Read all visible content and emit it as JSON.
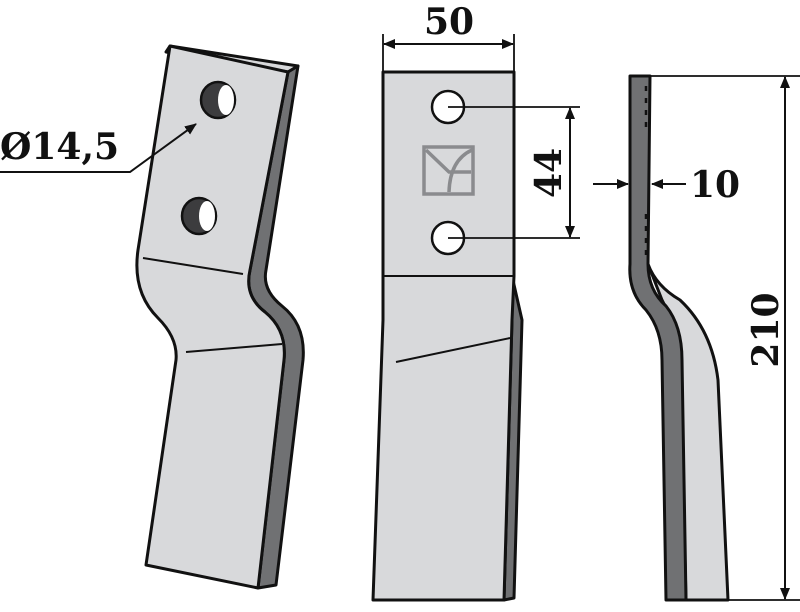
{
  "colors": {
    "face": "#d8d9db",
    "edge": "#707173",
    "ink": "#111111",
    "hole_dark": "#3c3c3e",
    "hole_light": "#ffffff",
    "logo": "#8a8b8e",
    "background": "#ffffff"
  },
  "views": [
    {
      "name": "perspective-view"
    },
    {
      "name": "front-view"
    },
    {
      "name": "side-view"
    }
  ],
  "dimensions": {
    "hole_diameter": "Ø14,5",
    "width": "50",
    "hole_spacing": "44",
    "thickness": "10",
    "length": "210"
  },
  "icons": {
    "logo": "quarter-circle-square-logo-icon"
  }
}
